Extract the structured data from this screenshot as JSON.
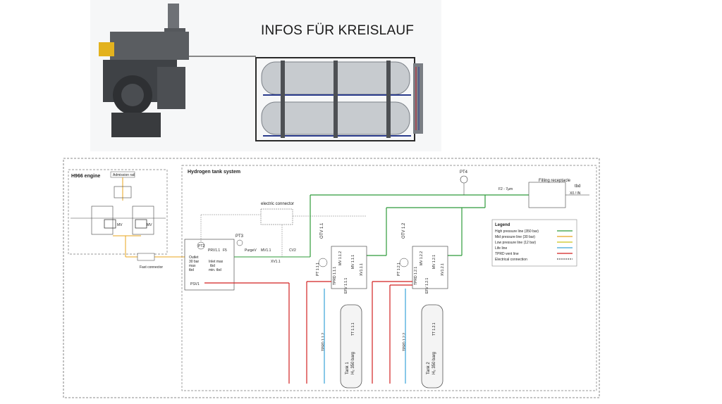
{
  "slide": {
    "title": "INFOS FÜR KREISLAUF"
  },
  "schematic": {
    "engine_box": {
      "title": "H966 engine",
      "admission_rail": "Admission rail",
      "fast_connector": "Fast connector",
      "mv_label": "MV"
    },
    "tank_system": {
      "title": "Hydrogen tank system",
      "electric_connector": "electric connector",
      "pt2": "PT2",
      "pt3": "PT3",
      "pt4": "PT4",
      "prv": "PRV1.1",
      "f5": "F5",
      "purge": "PurgeV",
      "mv11": "MV1.1",
      "cv2": "CV2",
      "xv11": "XV1.1",
      "psv1": "PSV1",
      "outlet_1": "Outlet",
      "outlet_2": "30 bar",
      "outlet_3": "max",
      "outlet_4": "tbd",
      "inlet_1": "Inlet max",
      "inlet_2": "tbd",
      "inlet_3": "min. tbd",
      "f2": "F2 - 7µm",
      "filling_1": "Filling receptacle",
      "filling_2": "tbd",
      "x0": "X0 / IN"
    },
    "tank1": {
      "otv": "OTV 1.1",
      "pt": "PT 1.1.1",
      "mv": "MV 1.1.2",
      "mv2": "MV 1.1.1",
      "xv": "XV1.1.1",
      "tprd": "TPRD 1.1.1",
      "efv": "EFV 1.1.1",
      "tt": "TT 1.1.1",
      "tprd2": "TPRD 1.1.2",
      "tank_1": "Tank 1",
      "tank_2": "H₂ 350 barg"
    },
    "tank2": {
      "otv": "OTV 1.2",
      "pt": "PT 1.2.1",
      "mv": "MV 1.2.2",
      "mv2": "MV 1.2.1",
      "xv": "XV1.2.1",
      "tprd": "TPRD 1.2.1",
      "efv": "EFV 1.2.1",
      "tt": "TT 1.2.1",
      "tprd2": "TPRD 1.2.2",
      "tank_1": "Tank 2",
      "tank_2": "H₂ 350 barg"
    },
    "legend": {
      "title": "Legend",
      "items": [
        {
          "label": "High pressure line (350 bar)",
          "color": "#2e9b3a"
        },
        {
          "label": "Mid pressure line (30 bar)",
          "color": "#e8a51c"
        },
        {
          "label": "Low pressure line (12 bar)",
          "color": "#c9c21b"
        },
        {
          "label": "Life line",
          "color": "#3aa3d8"
        },
        {
          "label": "TPRD vent line",
          "color": "#d22222"
        },
        {
          "label": "Electrical connection",
          "color": "#555555"
        }
      ]
    }
  }
}
